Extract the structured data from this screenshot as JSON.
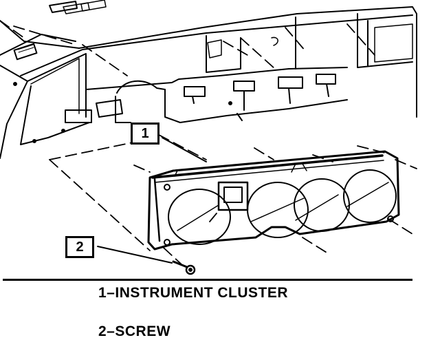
{
  "callouts": [
    {
      "number": "1"
    },
    {
      "number": "2"
    }
  ],
  "legend": [
    {
      "text": "1–INSTRUMENT CLUSTER"
    },
    {
      "text": "2–SCREW"
    }
  ]
}
